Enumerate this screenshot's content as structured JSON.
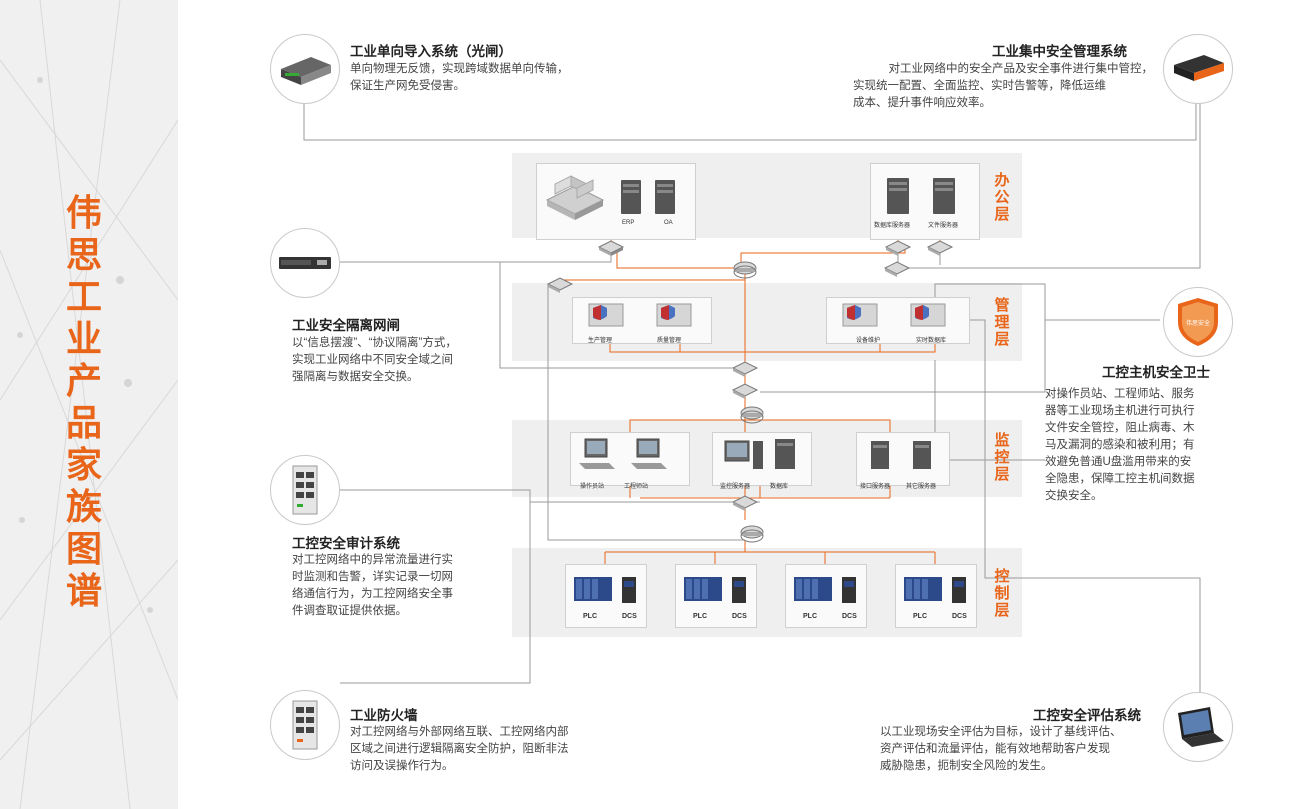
{
  "sidebar": {
    "title_chars": [
      "伟",
      "思",
      "工",
      "业",
      "产",
      "品",
      "家",
      "族",
      "图",
      "谱"
    ]
  },
  "products": {
    "gateway": {
      "title": "工业单向导入系统（光闸）",
      "desc": [
        "单向物理无反馈，实现跨域数据单向传输，",
        "保证生产网免受侵害。"
      ]
    },
    "central": {
      "title": "工业集中安全管理系统",
      "desc": [
        "对工业网络中的安全产品及安全事件进行集中管控，",
        "实现统一配置、全面监控、实时告警等，降低运维",
        "成本、提升事件响应效率。"
      ]
    },
    "isolation": {
      "title": "工业安全隔离网闸",
      "desc": [
        "以“信息摆渡”、“协议隔离”方式，",
        "实现工业网络中不同安全域之间",
        "强隔离与数据安全交换。"
      ]
    },
    "guard": {
      "title": "工控主机安全卫士",
      "desc": [
        "对操作员站、工程师站、服务",
        "器等工业现场主机进行可执行",
        "文件安全管控，阻止病毒、木",
        "马及漏洞的感染和被利用；有",
        "效避免普通U盘滥用带来的安",
        "全隐患，保障工控主机间数据",
        "交换安全。"
      ],
      "badge": "伟思安全"
    },
    "audit": {
      "title": "工控安全审计系统",
      "desc": [
        "对工控网络中的异常流量进行实",
        "时监测和告警，详实记录一切网",
        "络通信行为，为工控网络安全事",
        "件调查取证提供依据。"
      ]
    },
    "firewall": {
      "title": "工业防火墙",
      "desc": [
        "对工控网络与外部网络互联、工控网络内部",
        "区域之间进行逻辑隔离安全防护，阻断非法",
        "访问及误操作行为。"
      ]
    },
    "assessment": {
      "title": "工控安全评估系统",
      "desc": [
        "以工业现场安全评估为目标，设计了基线评估、",
        "资产评估和流量评估，能有效地帮助客户发现",
        "威胁隐患，扼制安全风险的发生。"
      ]
    }
  },
  "layers": {
    "office": {
      "label": [
        "办",
        "公",
        "层"
      ],
      "devices": {
        "erp": "ERP",
        "oa": "OA",
        "db_server": "数据库服务器",
        "file_server": "文件服务器"
      }
    },
    "management": {
      "label": [
        "管",
        "理",
        "层"
      ],
      "devices": {
        "production": "生产管理",
        "quality": "质量管理",
        "maintenance": "设备维护",
        "realtime_db": "实时数据库"
      }
    },
    "monitor": {
      "label": [
        "监",
        "控",
        "层"
      ],
      "devices": {
        "operator": "操作员站",
        "engineer": "工程师站",
        "monitor_server": "监控服务器",
        "database": "数据库",
        "interface_server": "接口服务器",
        "other_server": "其它服务器"
      }
    },
    "control": {
      "label": [
        "控",
        "制",
        "层"
      ],
      "devices": {
        "plc": "PLC",
        "dcs": "DCS"
      }
    }
  },
  "colors": {
    "accent": "#e8651a",
    "line": "#9a9a9a",
    "band": "#efefef"
  }
}
